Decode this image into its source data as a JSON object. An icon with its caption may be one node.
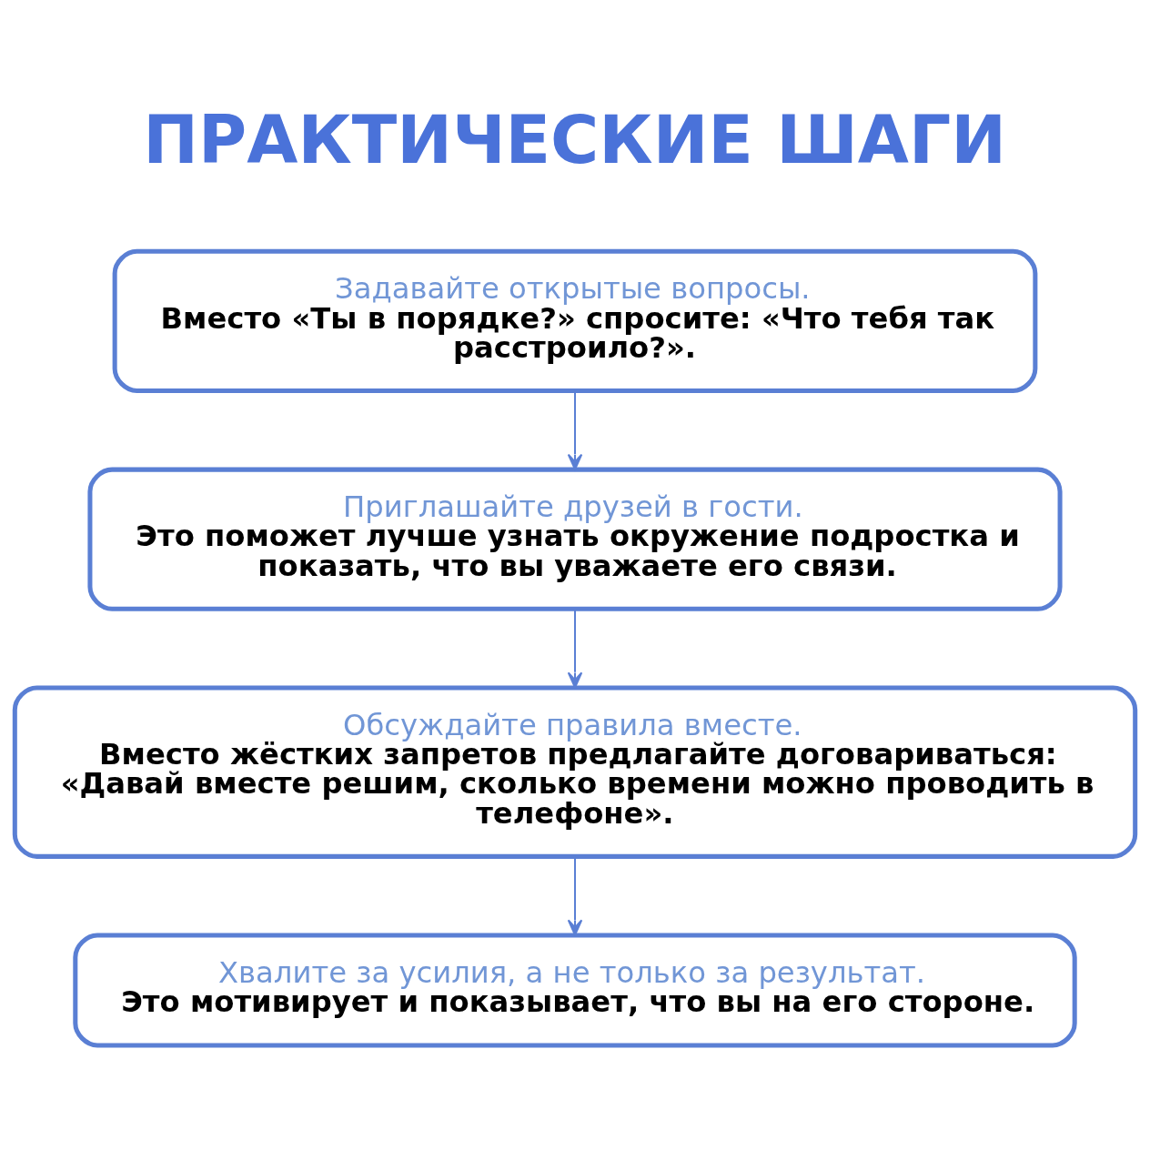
{
  "diagram": {
    "title": "ПРАКТИЧЕСКИЕ ШАГИ",
    "nodes": [
      {
        "text": [
          "Задавайте открытые вопросы.",
          "Вместо «Ты в порядке?» спросите: «Что тебя так расстроило?»."
        ]
      },
      {
        "text": [
          "Приглашайте друзей в гости.",
          "Это поможет лучше узнать окружение подростка и показать, что вы уважаете его связи."
        ]
      },
      {
        "text": [
          "Обсуждайте правила вместе.",
          "Вместо жёстких запретов предлагайте договариваться: «Давай вместе решим, сколько времени можно проводить в телефоне»."
        ]
      },
      {
        "text": [
          "Хвалите за усилия, а не только за результат.",
          "Это мотивирует и показывает, что вы на его стороне."
        ]
      }
    ],
    "edges": [
      {
        "from": 0,
        "to": 1,
        "arrow": "to"
      },
      {
        "from": 1,
        "to": 2,
        "arrow": "to"
      },
      {
        "from": 2,
        "to": 3,
        "arrow": "to"
      }
    ]
  }
}
